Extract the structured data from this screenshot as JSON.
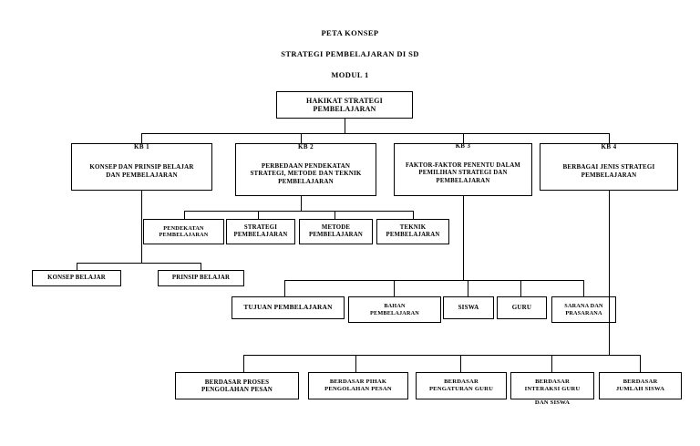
{
  "header": {
    "line1": "PETA KONSEP",
    "line2": "STRATEGI PEMBELAJARAN DI SD",
    "line3": "MODUL 1"
  },
  "root": {
    "line1": "HAKIKAT STRATEGI",
    "line2": "PEMBELAJARAN"
  },
  "kb": [
    {
      "tag": "KB 1",
      "line1": "KONSEP DAN PRINSIP BELAJAR",
      "line2": "DAN PEMBELAJARAN",
      "line3": ""
    },
    {
      "tag": "KB 2",
      "line1": "PERBEDAAN PENDEKATAN",
      "line2": "STRATEGI, METODE DAN TEKNIK",
      "line3": "PEMBELAJARAN"
    },
    {
      "tag": "KB 3",
      "line1": "FAKTOR-FAKTOR PENENTU DALAM",
      "line2": "PEMILIHAN STRATEGI DAN",
      "line3": "PEMBELAJARAN"
    },
    {
      "tag": "KB 4",
      "line1": "BERBAGAI JENIS STRATEGI",
      "line2": "PEMBELAJARAN",
      "line3": ""
    }
  ],
  "kb2_children": [
    {
      "line1": "PENDEKATAN",
      "line2": "PEMBELAJARAN"
    },
    {
      "line1": "STRATEGI",
      "line2": "PEMBELAJARAN"
    },
    {
      "line1": "METODE",
      "line2": "PEMBELAJARAN"
    },
    {
      "line1": "TEKNIK",
      "line2": "PEMBELAJARAN"
    }
  ],
  "kb1_children": [
    {
      "line1": "KONSEP BELAJAR",
      "line2": ""
    },
    {
      "line1": "PRINSIP BELAJAR",
      "line2": ""
    }
  ],
  "kb3_children": [
    {
      "line1": "TUJUAN PEMBELAJARAN",
      "line2": ""
    },
    {
      "line1": "BAHAN",
      "line2": "PEMBELAJARAN"
    },
    {
      "line1": "SISWA",
      "line2": ""
    },
    {
      "line1": "GURU",
      "line2": ""
    },
    {
      "line1": "SARANA DAN",
      "line2": "PRASARANA"
    }
  ],
  "kb4_children": [
    {
      "line1": "BERDASAR PROSES",
      "line2": "PENGOLAHAN PESAN",
      "line3": ""
    },
    {
      "line1": "BERDASAR PIHAK",
      "line2": "PENGOLAHAN PESAN",
      "line3": ""
    },
    {
      "line1": "BERDASAR",
      "line2": "PENGATURAN GURU",
      "line3": ""
    },
    {
      "line1": "BERDASAR",
      "line2": "INTERAKSI GURU",
      "line3": "DAN SISWA"
    },
    {
      "line1": "BERDASAR",
      "line2": "JUMLAH SISWA",
      "line3": ""
    }
  ],
  "colors": {
    "stroke": "#000000",
    "background": "#ffffff",
    "text": "#000000"
  }
}
